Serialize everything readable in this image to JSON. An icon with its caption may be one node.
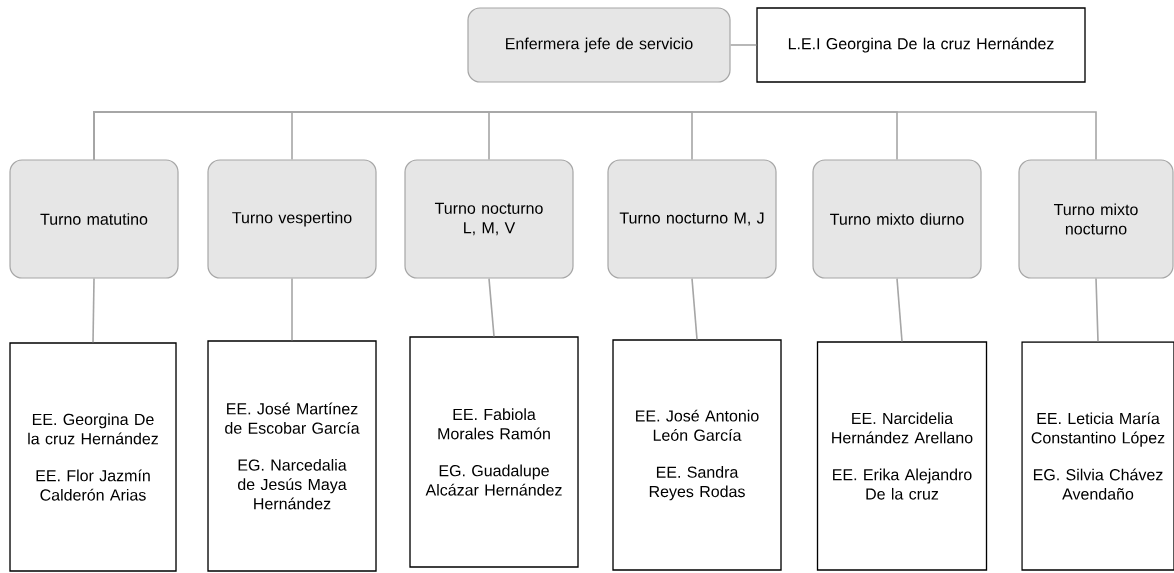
{
  "diagram": {
    "nodes": [
      {
        "text": [
          "Enfermera jefe de servicio"
        ]
      },
      {
        "text": [
          "L.E.I Georgina De la cruz Hernández"
        ]
      },
      {
        "text": [
          "Turno matutino"
        ]
      },
      {
        "text": [
          "Turno vespertino"
        ]
      },
      {
        "text": [
          "Turno nocturno L, M, V"
        ]
      },
      {
        "text": [
          "Turno nocturno M, J"
        ]
      },
      {
        "text": [
          "Turno mixto diurno"
        ]
      },
      {
        "text": [
          "Turno mixto nocturno"
        ]
      },
      {
        "text": [
          "EE. Georgina De la cruz Hernández",
          "EE. Flor Jazmín Calderón Arias"
        ]
      },
      {
        "text": [
          "EE. José Martínez de Escobar García",
          "EG. Narcedalia de Jesús Maya Hernández"
        ]
      },
      {
        "text": [
          "EE. Fabiola Morales Ramón",
          "EG. Guadalupe Alcázar Hernández"
        ]
      },
      {
        "text": [
          "EE. José Antonio León García",
          "EE. Sandra Reyes Rodas"
        ]
      },
      {
        "text": [
          "EE. Narcidelia Hernández Arellano",
          "EE. Erika Alejandro De la cruz"
        ]
      },
      {
        "text": [
          "EE. Leticia María Constantino López",
          "EG. Silvia Chávez Avendaño"
        ]
      }
    ],
    "edges": [
      {
        "from": 0,
        "to": 1,
        "arrow": "none"
      },
      {
        "from": 2,
        "to": 3,
        "arrow": "none"
      },
      {
        "from": 2,
        "to": 4,
        "arrow": "none"
      },
      {
        "from": 2,
        "to": 5,
        "arrow": "none"
      },
      {
        "from": 2,
        "to": 6,
        "arrow": "none"
      },
      {
        "from": 2,
        "to": 7,
        "arrow": "none"
      },
      {
        "from": 2,
        "to": 8,
        "arrow": "none"
      },
      {
        "from": 3,
        "to": 9,
        "arrow": "none"
      },
      {
        "from": 4,
        "to": 10,
        "arrow": "none"
      },
      {
        "from": 5,
        "to": 11,
        "arrow": "none"
      },
      {
        "from": 6,
        "to": 12,
        "arrow": "none"
      },
      {
        "from": 7,
        "to": 13,
        "arrow": "none"
      }
    ]
  }
}
